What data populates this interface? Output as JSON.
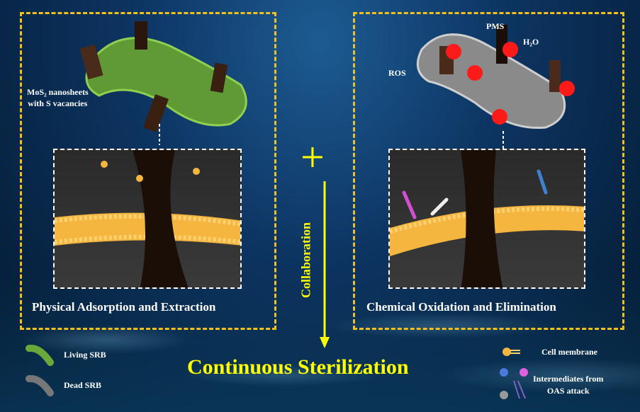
{
  "left_panel": {
    "label_line1": "MoS₂ nanosheets",
    "label_line2": "with S vacancies",
    "caption": "Physical Adsorption and Extraction"
  },
  "right_panel": {
    "pms": "PMS",
    "h2o": "H₂O",
    "ros": "ROS",
    "caption": "Chemical Oxidation and Elimination"
  },
  "center": {
    "plus": "+",
    "collaboration": "Collaboration",
    "result": "Continuous Sterilization"
  },
  "legend": {
    "living": "Living SRB",
    "dead": "Dead SRB",
    "membrane": "Cell membrane",
    "intermediates_line1": "Intermediates  from",
    "intermediates_line2": "OAS attack"
  },
  "colors": {
    "accent": "#f0c020",
    "title": "#ffff00",
    "ros": "#ff1a1a",
    "membrane": "#f5b640"
  }
}
